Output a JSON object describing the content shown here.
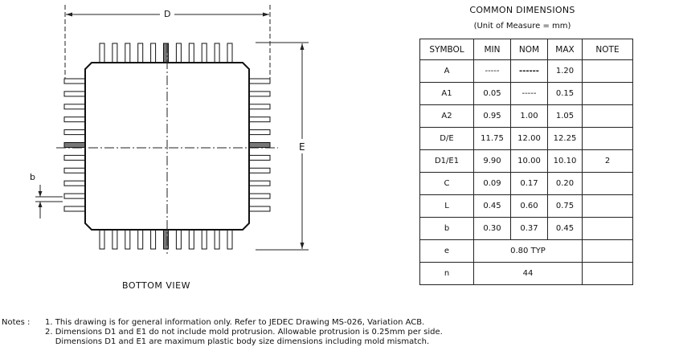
{
  "drawing": {
    "dimension_labels": {
      "D": "D",
      "E": "E",
      "b": "b"
    },
    "view_label": "BOTTOM VIEW",
    "pins_per_side": 11
  },
  "table": {
    "title": "COMMON DIMENSIONS",
    "subtitle": "(Unit of Measure = mm)",
    "headers": [
      "SYMBOL",
      "MIN",
      "NOM",
      "MAX",
      "NOTE"
    ],
    "rows": [
      {
        "symbol": "A",
        "min": "-----",
        "nom": "------",
        "max": "1.20",
        "note": ""
      },
      {
        "symbol": "A1",
        "min": "0.05",
        "nom": "-----",
        "max": "0.15",
        "note": ""
      },
      {
        "symbol": "A2",
        "min": "0.95",
        "nom": "1.00",
        "max": "1.05",
        "note": ""
      },
      {
        "symbol": "D/E",
        "min": "11.75",
        "nom": "12.00",
        "max": "12.25",
        "note": ""
      },
      {
        "symbol": "D1/E1",
        "min": "9.90",
        "nom": "10.00",
        "max": "10.10",
        "note": "2"
      },
      {
        "symbol": "C",
        "min": "0.09",
        "nom": "0.17",
        "max": "0.20",
        "note": ""
      },
      {
        "symbol": "L",
        "min": "0.45",
        "nom": "0.60",
        "max": "0.75",
        "note": ""
      },
      {
        "symbol": "b",
        "min": "0.30",
        "nom": "0.37",
        "max": "0.45",
        "note": ""
      }
    ],
    "span_rows": [
      {
        "symbol": "e",
        "value": "0.80 TYP",
        "note": ""
      },
      {
        "symbol": "n",
        "value": "44",
        "note": ""
      }
    ]
  },
  "notes": {
    "label": "Notes :",
    "lines": [
      "1. This drawing is for general information only. Refer to JEDEC Drawing MS-026, Variation ACB.",
      "2. Dimensions D1 and E1 do not include mold protrusion. Allowable protrusion is 0.25mm per side.",
      "    Dimensions D1 and E1 are maximum plastic body size dimensions including mold mismatch."
    ]
  }
}
